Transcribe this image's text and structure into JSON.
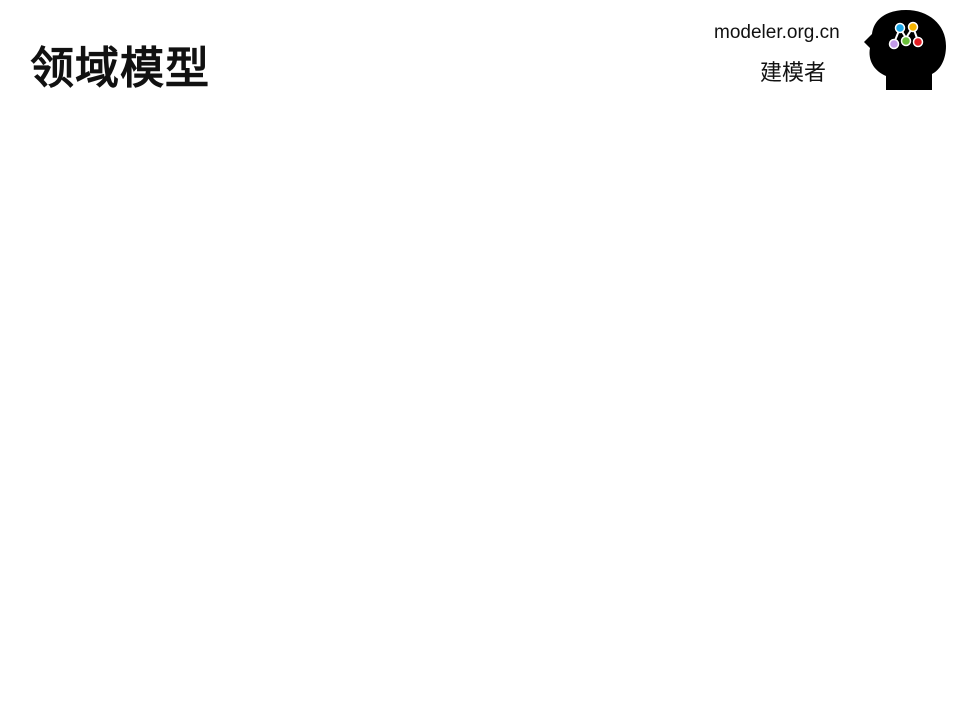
{
  "title": "领域模型",
  "brand": {
    "url": "modeler.org.cn",
    "name": "建模者"
  }
}
